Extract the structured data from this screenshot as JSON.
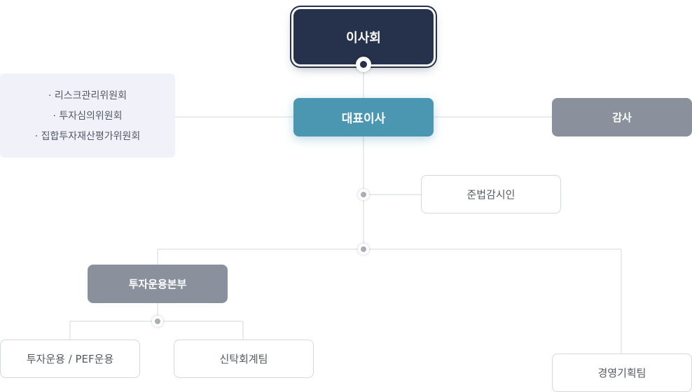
{
  "board": {
    "label": "이사회"
  },
  "ceo": {
    "label": "대표이사"
  },
  "audit": {
    "label": "감사"
  },
  "committees": {
    "items": [
      "리스크관리위원회",
      "투자심의위원회",
      "집합투자재산평가위원회"
    ]
  },
  "compliance": {
    "label": "준법감시인"
  },
  "investment_division": {
    "label": "투자운용본부"
  },
  "teams": {
    "investment": "투자운용 / PEF운용",
    "trust": "신탁회계팀",
    "planning": "경영기획팀"
  }
}
